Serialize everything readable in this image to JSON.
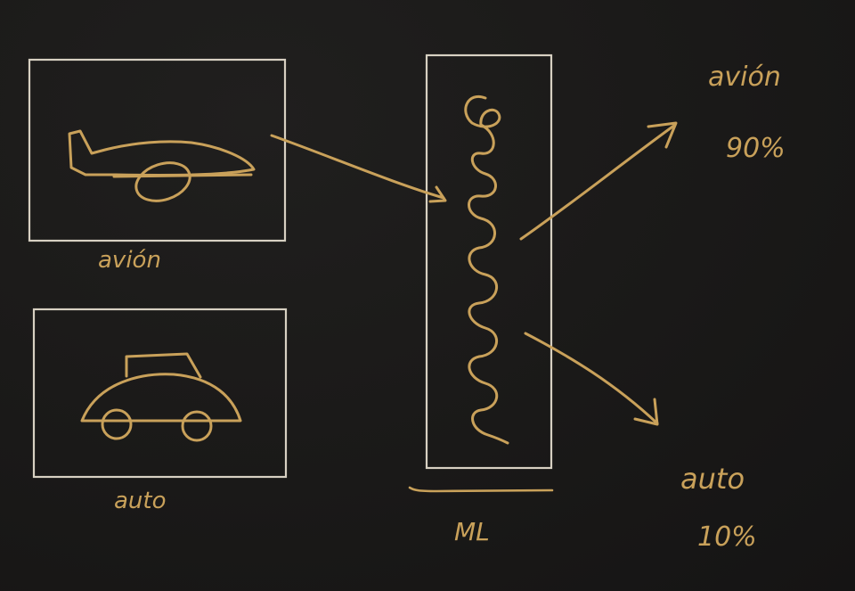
{
  "colors": {
    "background": "#1c1b1a",
    "ink": "#c9a15a",
    "frame": "#d7d0c2"
  },
  "inputs": [
    {
      "label": "avión",
      "icon": "airplane-icon"
    },
    {
      "label": "auto",
      "icon": "car-icon"
    }
  ],
  "model": {
    "label": "ML",
    "icon": "squiggle-icon"
  },
  "outputs": [
    {
      "label": "avión",
      "probability": "90%"
    },
    {
      "label": "auto",
      "probability": "10%"
    }
  ]
}
